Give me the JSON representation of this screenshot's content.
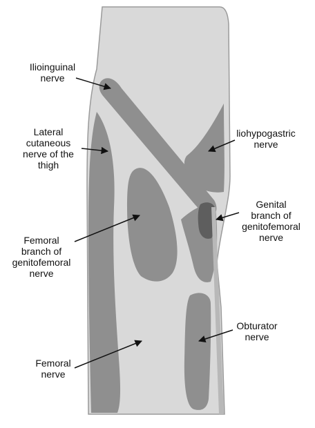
{
  "labels": {
    "ilioinguinal": [
      "Ilioinguinal",
      "nerve"
    ],
    "lateral_cutaneous": [
      "Lateral",
      "cutaneous",
      "nerve of the",
      "thigh"
    ],
    "iliohypogastric": [
      "liohypogastric",
      "nerve"
    ],
    "genital_branch": [
      "Genital",
      "branch of",
      "genitofemoral",
      "nerve"
    ],
    "femoral_branch": [
      "Femoral",
      "branch of",
      "genitofemoral",
      "nerve"
    ],
    "obturator": [
      "Obturator",
      "nerve"
    ],
    "femoral": [
      "Femoral",
      "nerve"
    ]
  },
  "colors": {
    "limb_fill": "#d9d9d9",
    "limb_outline": "#9a9a9a",
    "zone_fill": "#8f8f8f",
    "zone_dark": "#5e5e5e",
    "arrow": "#111111",
    "text": "#111111"
  }
}
